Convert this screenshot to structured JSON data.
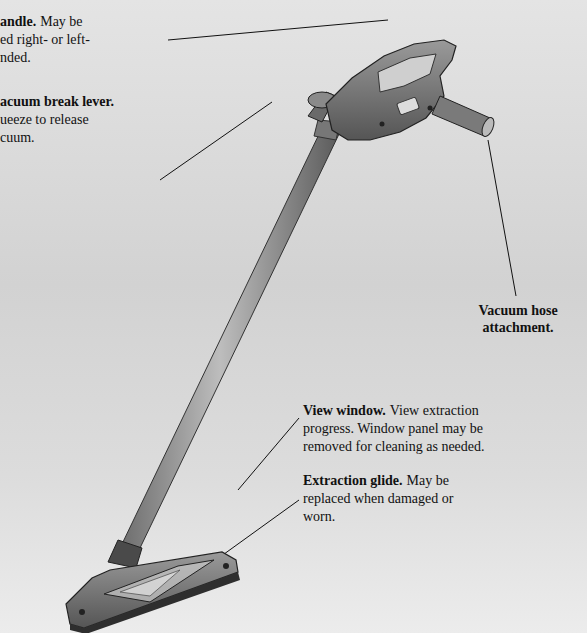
{
  "diagram": {
    "labels": [
      "andle.",
      "May be",
      "ed right- or left-",
      "nded.",
      "acuum break lever.",
      "ueeze to release",
      "cuum.",
      "Vacuum hose attachment.",
      "View window.",
      "View extraction",
      "progress. Window panel may be",
      "removed for cleaning as needed.",
      "Extraction glide.",
      "May be",
      "replaced when damaged or",
      "worn."
    ]
  }
}
